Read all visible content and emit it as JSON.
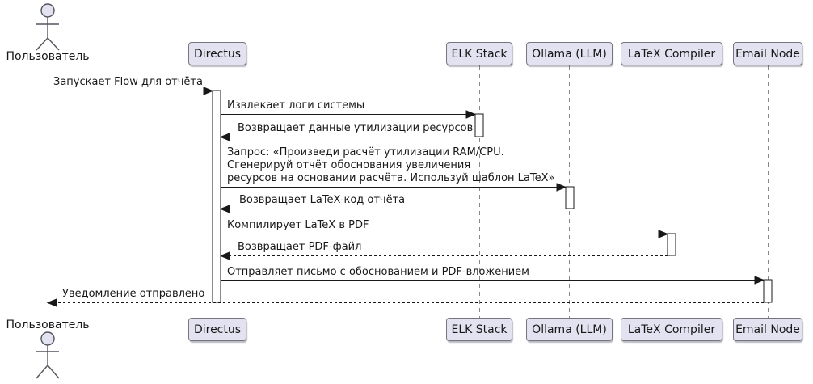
{
  "diagram": {
    "kind": "uml-sequence-diagram",
    "colors": {
      "background": "#FFFFFF",
      "participant_fill": "#E2E2F0",
      "participant_border": "#76767F",
      "line": "#181818",
      "lifeline": "#888888",
      "activation_fill": "#FFFFFF"
    },
    "participants": [
      {
        "label": "Пользователь",
        "type": "actor"
      },
      {
        "label": "Directus",
        "type": "participant"
      },
      {
        "label": "ELK Stack",
        "type": "participant"
      },
      {
        "label": "Ollama (LLM)",
        "type": "participant"
      },
      {
        "label": "LaTeX Compiler",
        "type": "participant"
      },
      {
        "label": "Email Node",
        "type": "participant"
      }
    ],
    "messages": [
      {
        "from": "Пользователь",
        "to": "Directus",
        "style": "solid",
        "label": "Запускает Flow для отчёта"
      },
      {
        "from": "Directus",
        "to": "ELK Stack",
        "style": "solid",
        "label": "Извлекает логи системы"
      },
      {
        "from": "ELK Stack",
        "to": "Directus",
        "style": "dashed",
        "label": "Возвращает данные утилизации ресурсов"
      },
      {
        "from": "Directus",
        "to": "Ollama (LLM)",
        "style": "solid",
        "label": "Запрос: «Произведи расчёт утилизации RAM/CPU.\nСгенерируй отчёт обоснования увеличения\nресурсов на основании расчёта. Используй шаблон LaTeX»"
      },
      {
        "from": "Ollama (LLM)",
        "to": "Directus",
        "style": "dashed",
        "label": "Возвращает LaTeX-код отчёта"
      },
      {
        "from": "Directus",
        "to": "LaTeX Compiler",
        "style": "solid",
        "label": "Компилирует LaTeX в PDF"
      },
      {
        "from": "LaTeX Compiler",
        "to": "Directus",
        "style": "dashed",
        "label": "Возвращает PDF-файл"
      },
      {
        "from": "Directus",
        "to": "Email Node",
        "style": "solid",
        "label": "Отправляет письмо с обоснованием и PDF-вложением"
      },
      {
        "from": "Email Node",
        "to": "Пользователь",
        "style": "dashed",
        "label": "Уведомление отправлено"
      }
    ]
  }
}
